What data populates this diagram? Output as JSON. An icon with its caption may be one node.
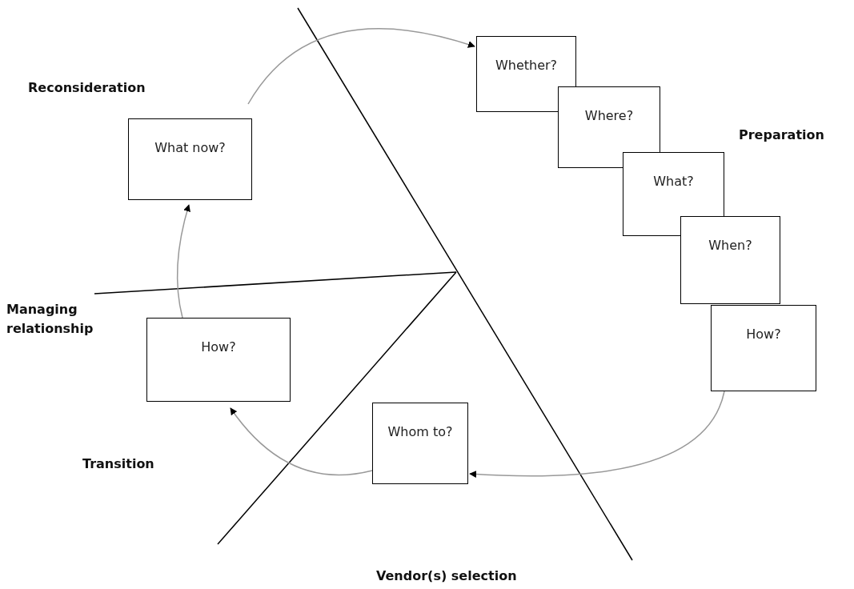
{
  "diagram": {
    "nodes": [
      {
        "text": [
          "Whether?"
        ]
      },
      {
        "text": [
          "Where?"
        ]
      },
      {
        "text": [
          "What?"
        ]
      },
      {
        "text": [
          "When?"
        ]
      },
      {
        "text": [
          "How?"
        ]
      },
      {
        "text": [
          "Whom to?"
        ]
      },
      {
        "text": [
          "How?"
        ]
      },
      {
        "text": [
          "What now?"
        ]
      }
    ],
    "edges": [
      {
        "from": 4,
        "to": 5,
        "arrow": "to"
      },
      {
        "from": 5,
        "to": 6,
        "arrow": "to"
      },
      {
        "from": 6,
        "to": 7,
        "arrow": "to"
      },
      {
        "from": 7,
        "to": 0,
        "arrow": "to"
      }
    ],
    "labels": [
      "Reconsideration",
      "Preparation",
      "Managing relationship",
      "Transition",
      "Vendor(s) selection"
    ]
  }
}
